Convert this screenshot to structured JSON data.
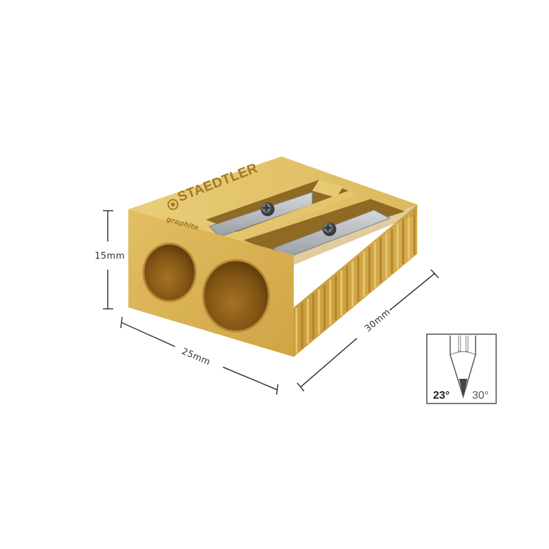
{
  "brand": {
    "name": "STAEDTLER",
    "engraving": "graphite"
  },
  "dimensions": {
    "height": "15mm",
    "width": "25mm",
    "depth": "30mm"
  },
  "angles": {
    "primary": "23°",
    "secondary": "30°"
  },
  "colors": {
    "body": "#d4ab4a",
    "hole": "#8a5e16",
    "blade": "#b9bcc0",
    "dim_line": "#333333"
  }
}
